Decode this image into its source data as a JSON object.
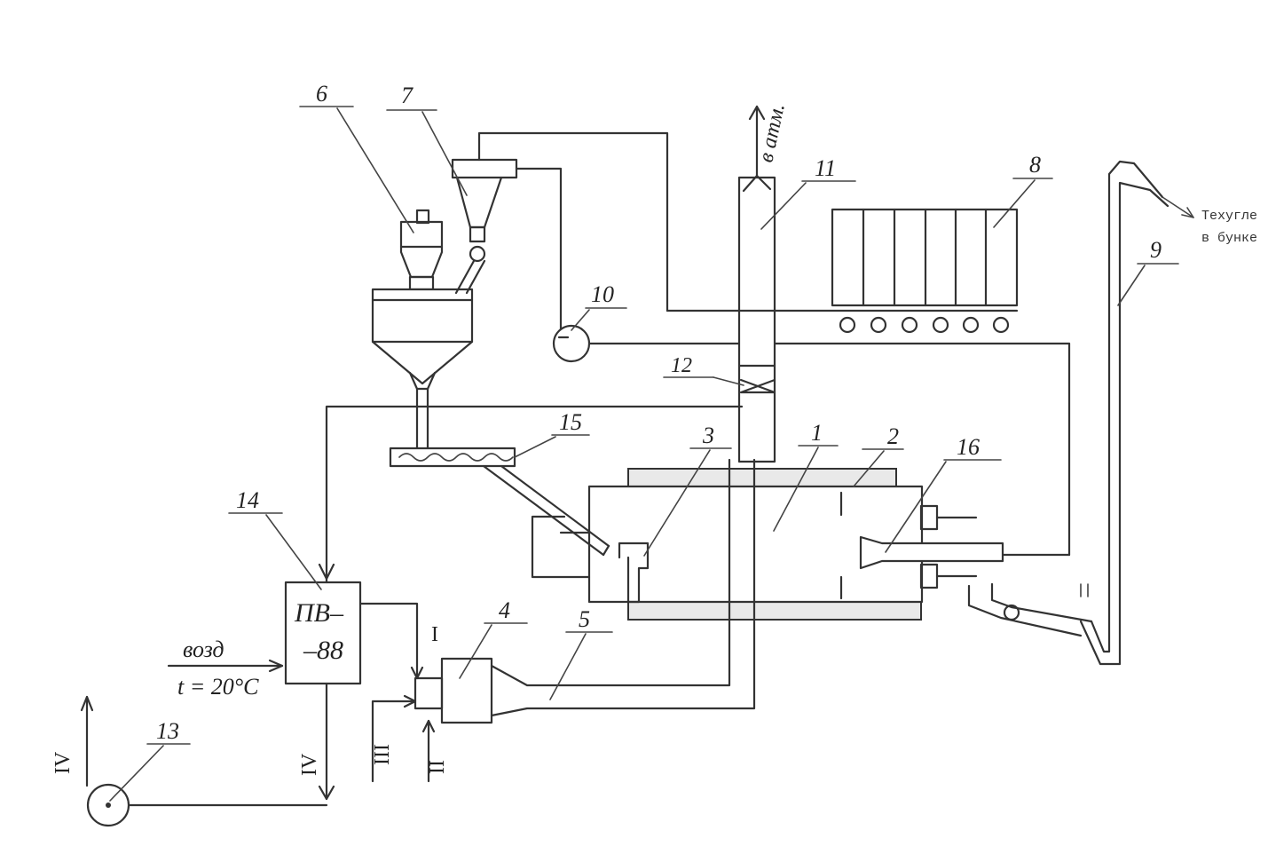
{
  "labels": {
    "n1": "1",
    "n2": "2",
    "n3": "3",
    "n4": "4",
    "n5": "5",
    "n6": "6",
    "n7": "7",
    "n8": "8",
    "n9": "9",
    "n10": "10",
    "n11": "11",
    "n12": "12",
    "n13": "13",
    "n14": "14",
    "n15": "15",
    "n16": "16"
  },
  "box": {
    "line1": "ПВ–",
    "line2": "–88"
  },
  "air": {
    "label": "возд",
    "temp": "t = 20°C"
  },
  "exhaust": {
    "label": "в атм."
  },
  "outlet": {
    "line1": "Техугле",
    "line2": "в бунке"
  },
  "streams": {
    "I": "I",
    "II": "II",
    "III": "III",
    "IV_out": "IV",
    "IV_left": "IV"
  }
}
